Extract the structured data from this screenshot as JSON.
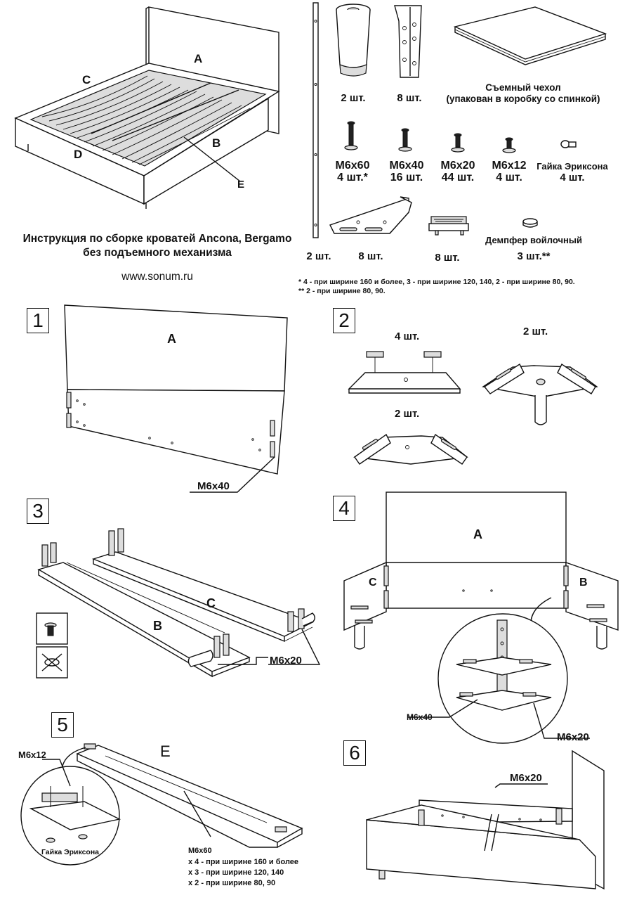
{
  "title": {
    "line1": "Инструкция по сборке кроватей Ancona, Bergamo",
    "line2": "без подъемного механизма",
    "website": "www.sonum.ru"
  },
  "bed_labels": {
    "a": "A",
    "b": "B",
    "c": "C",
    "d": "D",
    "e": "E"
  },
  "parts": {
    "legs_qty": "2 шт.",
    "hinges_qty": "8 шт.",
    "cover_name": "Съемный чехол",
    "cover_note": "(упакован в коробку со спинкой)",
    "rails_qty": "2 шт.",
    "brackets_qty": "8 шт.",
    "holders_qty": "8 шт.",
    "felt_name": "Демпфер войлочный",
    "felt_qty": "3 шт.**"
  },
  "fasteners": [
    {
      "name": "M6x60",
      "qty": "4 шт.*"
    },
    {
      "name": "M6x40",
      "qty": "16 шт."
    },
    {
      "name": "M6x20",
      "qty": "44 шт."
    },
    {
      "name": "M6x12",
      "qty": "4 шт."
    },
    {
      "name": "Гайка Эриксона",
      "qty": "4 шт."
    }
  ],
  "footnotes": {
    "note1": "* 4 - при ширине 160 и более, 3 - при ширине 120, 140, 2 - при ширине 80, 90.",
    "note2": "** 2 - при ширине 80, 90."
  },
  "steps": {
    "s1": {
      "num": "1",
      "panel": "A",
      "screw": "M6x40"
    },
    "s2": {
      "num": "2",
      "qty_left": "4 шт.",
      "qty_right": "2 шт.",
      "qty_bottom": "2 шт."
    },
    "s3": {
      "num": "3",
      "rail_b": "B",
      "rail_c": "C",
      "screw": "M6x20"
    },
    "s4": {
      "num": "4",
      "panel": "A",
      "side_c": "C",
      "side_b": "B",
      "screw1": "M6x40",
      "screw2": "M6x20"
    },
    "s5": {
      "num": "5",
      "beam": "E",
      "screw_top": "M6x12",
      "nut": "Гайка Эриксона",
      "screw": "M6x60",
      "note1": "x 4 - при ширине 160 и более",
      "note2": "x 3 - при ширине 120, 140",
      "note3": "x 2 - при ширине 80, 90"
    },
    "s6": {
      "num": "6",
      "screw": "M6x20"
    }
  }
}
